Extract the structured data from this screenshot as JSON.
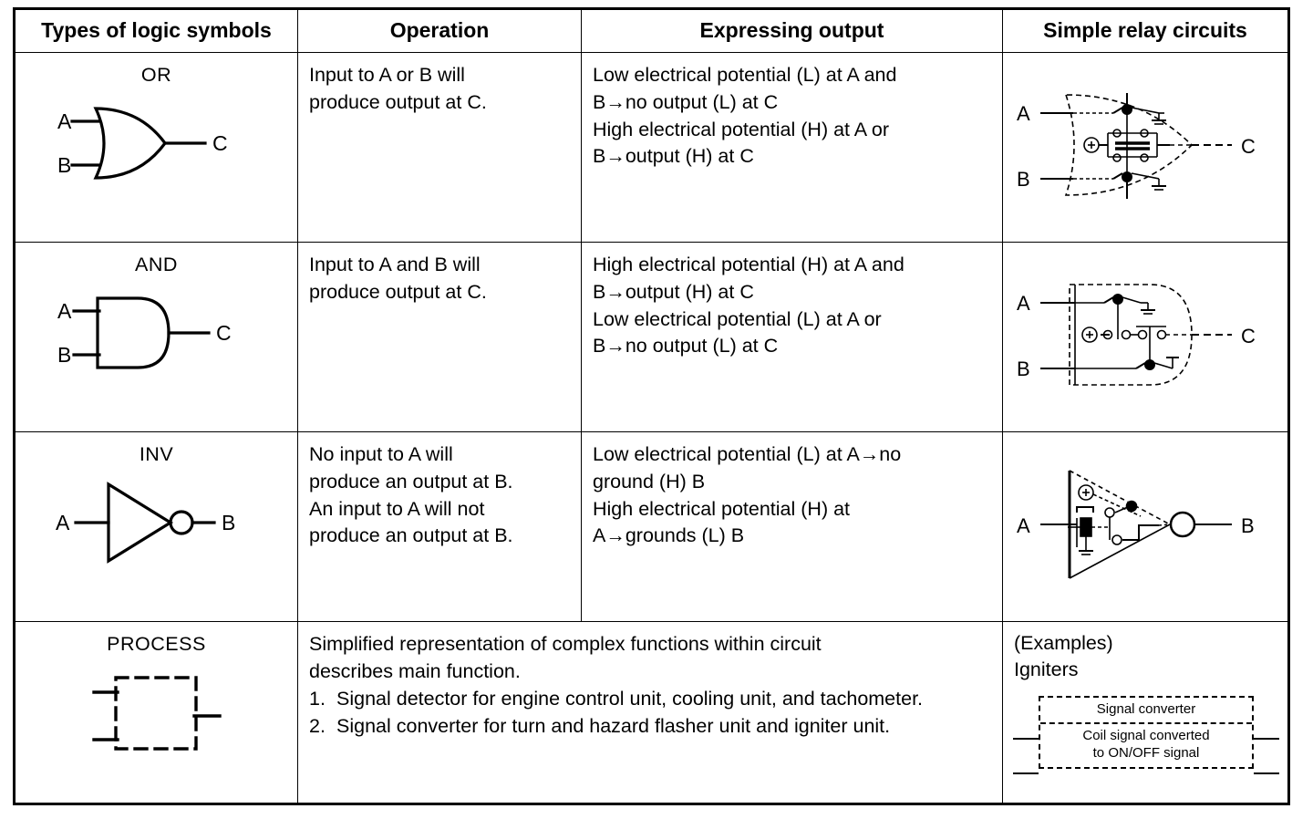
{
  "table": {
    "headers": [
      "Types of logic symbols",
      "Operation",
      "Expressing output",
      "Simple relay circuits"
    ],
    "rows": [
      {
        "symbol_name": "OR",
        "symbol_icon": "or-gate-symbol",
        "symbol_inputs": [
          "A",
          "B"
        ],
        "symbol_output": "C",
        "operation": [
          "Input to A or B will",
          "produce output at C."
        ],
        "expressing_output": [
          "Low electrical potential (L) at A and",
          "B→no output (L) at C",
          "High electrical potential (H) at A or",
          "B→output (H) at C"
        ],
        "relay_icon": "or-relay-circuit",
        "relay_labels": {
          "in1": "A",
          "in2": "B",
          "out": "C"
        }
      },
      {
        "symbol_name": "AND",
        "symbol_icon": "and-gate-symbol",
        "symbol_inputs": [
          "A",
          "B"
        ],
        "symbol_output": "C",
        "operation": [
          "Input to A and B will",
          "produce output at C."
        ],
        "expressing_output": [
          "High electrical potential (H) at A and",
          "B→output (H) at C",
          "Low electrical potential (L) at A or",
          "B→no output (L) at C"
        ],
        "relay_icon": "and-relay-circuit",
        "relay_labels": {
          "in1": "A",
          "in2": "B",
          "out": "C"
        }
      },
      {
        "symbol_name": "INV",
        "symbol_icon": "inverter-gate-symbol",
        "symbol_inputs": [
          "A"
        ],
        "symbol_output": "B",
        "operation": [
          "No input to A will",
          "produce an output at B.",
          "An input to A will not",
          "produce an output at B."
        ],
        "expressing_output": [
          "Low electrical potential (L) at A→no",
          "ground (H) B",
          "High electrical potential (H) at",
          "A→grounds (L) B"
        ],
        "relay_icon": "inverter-relay-circuit",
        "relay_labels": {
          "in1": "A",
          "out": "B"
        }
      },
      {
        "symbol_name": "PROCESS",
        "symbol_icon": "process-block-symbol",
        "operation_intro": [
          "Simplified representation of complex functions within circuit",
          "describes main function."
        ],
        "operation_list": [
          {
            "num": "1.",
            "text": "Signal detector for engine control unit, cooling unit, and tachometer."
          },
          {
            "num": "2.",
            "text": "Signal converter for turn and hazard flasher unit and igniter unit."
          }
        ],
        "examples_heading": "(Examples)",
        "examples_item": "Igniters",
        "converter": {
          "title": "Signal converter",
          "body": [
            "Coil signal converted",
            "to ON/OFF signal"
          ],
          "icon": "signal-converter-block"
        }
      }
    ]
  }
}
